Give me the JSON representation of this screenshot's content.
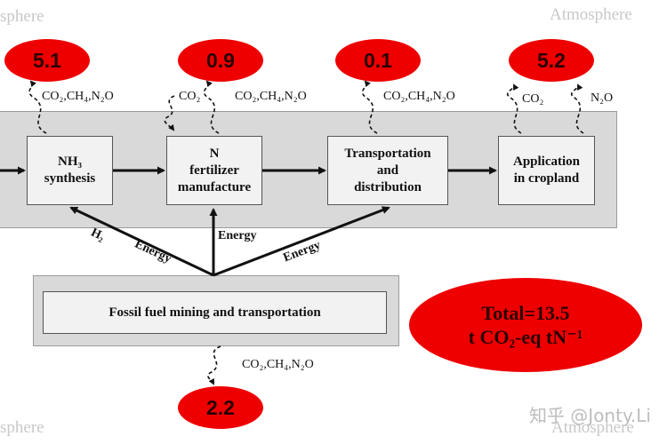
{
  "atmosphere_label": "Atmosphere",
  "atmosphere_label_partial": "sphere",
  "boxes": {
    "nh3": [
      "NH₃",
      "synthesis"
    ],
    "fertilizer": [
      "N",
      "fertilizer",
      "manufacture"
    ],
    "transport": [
      "Transportation",
      "and",
      "distribution"
    ],
    "application": [
      "Application",
      "in cropland"
    ],
    "fossil": "Fossil fuel mining and transportation"
  },
  "emissions": {
    "nh3": "5.1",
    "fertilizer": "0.9",
    "transport": "0.1",
    "application": "5.2",
    "fossil": "2.2"
  },
  "gases": {
    "nh3": "CO₂,CH₄,N₂O",
    "fert_co2": "CO₂",
    "fert_mix": "CO₂,CH₄,N₂O",
    "transport": "CO₂,CH₄,N₂O",
    "app_co2": "CO₂",
    "app_n2o": "N₂O",
    "fossil": "CO₂,CH₄,N₂O"
  },
  "arrows": {
    "h2": "H₂",
    "energy": "Energy"
  },
  "total": [
    "Total=13.5",
    "t CO₂-eq  tN⁻¹"
  ],
  "watermark": "知乎 @Jonty.Li",
  "colors": {
    "oval": "#ee0000",
    "band": "#d9d9d9",
    "box": "#f2f2f2"
  }
}
